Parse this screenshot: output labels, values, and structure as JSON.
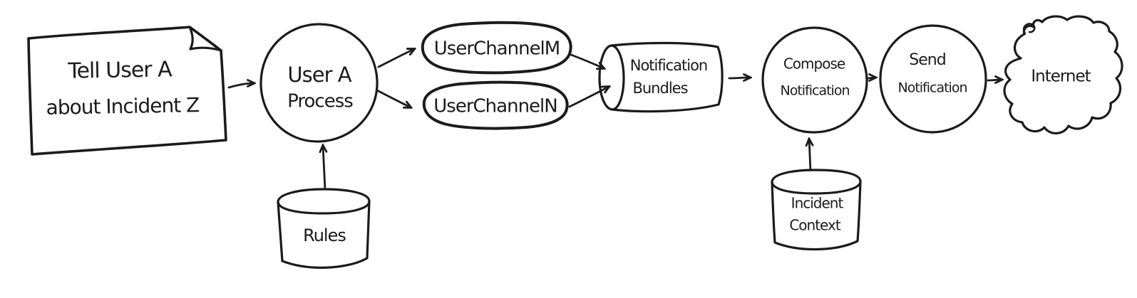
{
  "diagram": {
    "style": {
      "stroke_color": "#1b1b1b",
      "background_color": "#ffffff"
    },
    "nodes": {
      "incident_note": {
        "shape": "document",
        "line1": "Tell User A",
        "line2": "about Incident Z"
      },
      "user_a_process": {
        "shape": "circle",
        "line1": "User A",
        "line2": "Process"
      },
      "rules_db": {
        "shape": "cylinder",
        "label": "Rules"
      },
      "user_channel_m": {
        "shape": "stadium",
        "label": "UserChannelM"
      },
      "user_channel_n": {
        "shape": "stadium",
        "label": "UserChannelN"
      },
      "notification_bundles": {
        "shape": "horizontal-cylinder",
        "line1": "Notification",
        "line2": "Bundles"
      },
      "compose_notification": {
        "shape": "circle",
        "line1": "Compose",
        "line2": "Notification"
      },
      "incident_context": {
        "shape": "cylinder",
        "line1": "Incident",
        "line2": "Context"
      },
      "send_notification": {
        "shape": "circle",
        "line1": "Send",
        "line2": "Notification"
      },
      "internet": {
        "shape": "cloud",
        "label": "Internet"
      }
    },
    "edges": [
      {
        "from": "incident_note",
        "to": "user_a_process"
      },
      {
        "from": "rules_db",
        "to": "user_a_process"
      },
      {
        "from": "user_a_process",
        "to": "user_channel_m"
      },
      {
        "from": "user_a_process",
        "to": "user_channel_n"
      },
      {
        "from": "user_channel_m",
        "to": "notification_bundles"
      },
      {
        "from": "user_channel_n",
        "to": "notification_bundles"
      },
      {
        "from": "notification_bundles",
        "to": "compose_notification"
      },
      {
        "from": "incident_context",
        "to": "compose_notification"
      },
      {
        "from": "compose_notification",
        "to": "send_notification"
      },
      {
        "from": "send_notification",
        "to": "internet"
      }
    ]
  }
}
